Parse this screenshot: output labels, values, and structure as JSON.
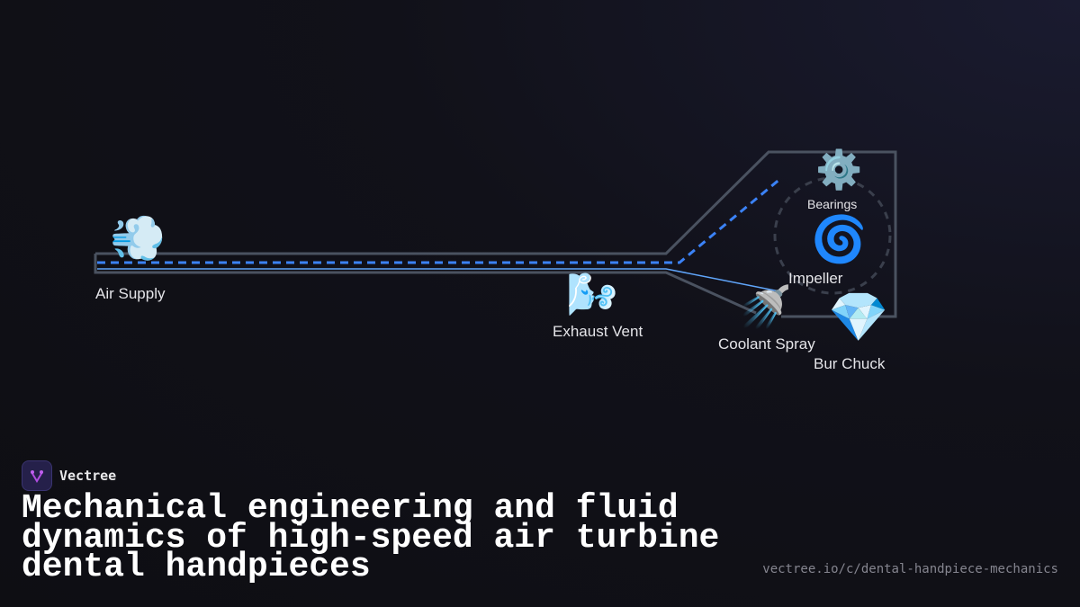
{
  "diagram": {
    "nodes": [
      {
        "id": "air",
        "label": "Air Supply",
        "icon": "dashing-away-icon"
      },
      {
        "id": "exhaust",
        "label": "Exhaust Vent",
        "icon": "wind-face-icon"
      },
      {
        "id": "coolant",
        "label": "Coolant Spray",
        "icon": "shower-icon"
      },
      {
        "id": "bearings",
        "label": "Bearings",
        "icon": "gear-icon"
      },
      {
        "id": "impeller",
        "label": "Impeller",
        "icon": "cyclone-icon"
      },
      {
        "id": "chuck",
        "label": "Bur Chuck",
        "icon": "gem-icon"
      }
    ],
    "colors": {
      "air_flow": "#3b82f6",
      "housing": "#4a5260",
      "coolant_line": "#60a5fa"
    }
  },
  "brand": {
    "name": "Vectree"
  },
  "title": "Mechanical engineering and fluid dynamics of high-speed air turbine dental handpieces",
  "url": "vectree.io/c/dental-handpiece-mechanics"
}
